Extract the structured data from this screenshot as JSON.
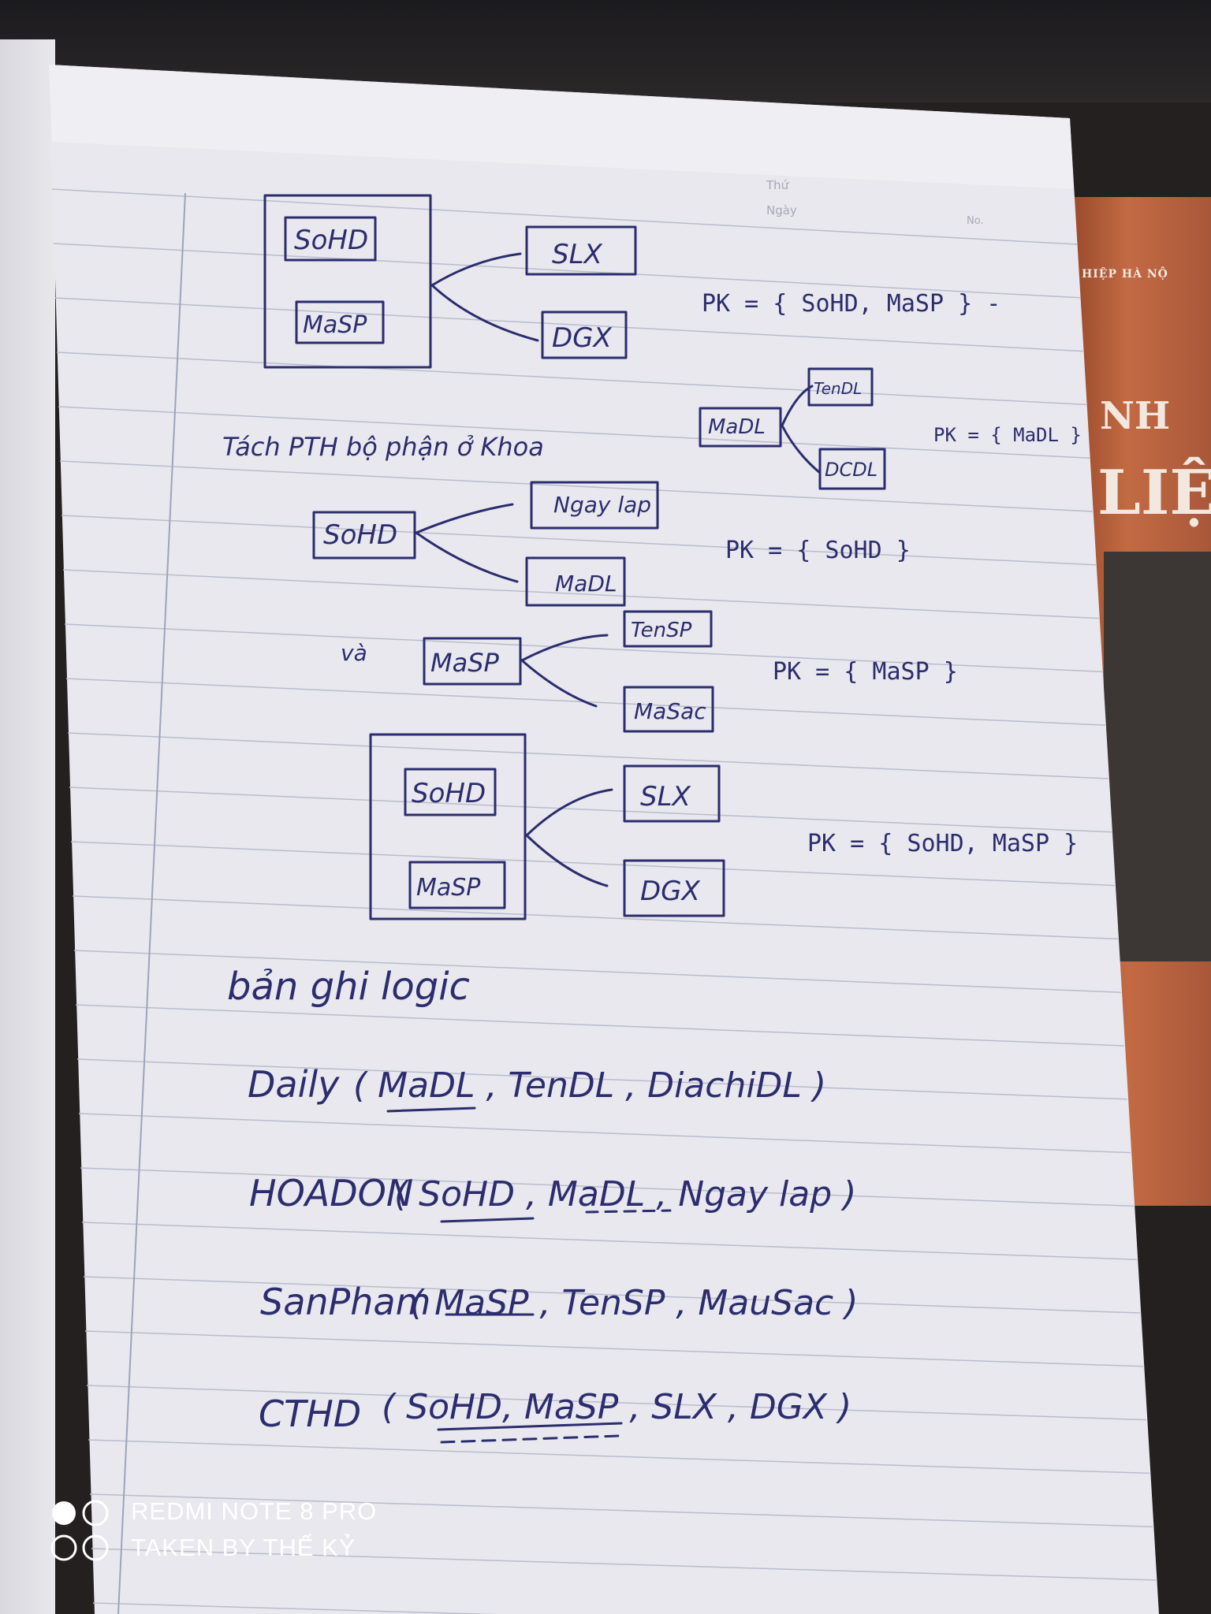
{
  "book_spine": {
    "small_line": "HIỆP HÀ NỘ",
    "big_line_1": "NH",
    "big_line_2": "LIỆ"
  },
  "notebook_header": {
    "thu": "Thứ",
    "ngay": "Ngày",
    "no": "No."
  },
  "diagram_1": {
    "key_1": "SoHD",
    "key_2": "MaSP",
    "dep_1": "SLX",
    "dep_2": "DGX",
    "pk": "PK = { SoHD, MaSP } -"
  },
  "diagram_2": {
    "key": "MaDL",
    "dep_1": "TenDL",
    "dep_2": "DCDL",
    "pk": "PK = { MaDL }"
  },
  "heading_split": "Tách PTH bộ phận ở Khoa",
  "diagram_3": {
    "key": "SoHD",
    "dep_1": "Ngay lap",
    "dep_2": "MaDL",
    "pk": "PK = { SoHD }"
  },
  "diagram_4": {
    "prefix": "và",
    "key": "MaSP",
    "dep_1": "TenSP",
    "dep_2": "MaSac",
    "pk": "PK = { MaSP }"
  },
  "diagram_5": {
    "key_1": "SoHD",
    "key_2": "MaSP",
    "dep_1": "SLX",
    "dep_2": "DGX",
    "pk": "PK = { SoHD, MaSP }"
  },
  "logic_heading": "bản ghi logic",
  "relations": [
    {
      "name": "Daily",
      "attrs": "( MaDL , TenDL , DiachiDL )"
    },
    {
      "name": "HOADON",
      "attrs": "( SoHD , MaDL , Ngay lap )"
    },
    {
      "name": "SanPham",
      "attrs": "( MaSP , TenSP , MauSac )"
    },
    {
      "name": "CTHD",
      "attrs": "( SoHD, MaSP , SLX , DGX )"
    }
  ],
  "watermark": {
    "line_1": "REDMI NOTE 8 PRO",
    "line_2": "TAKEN BY THẾ KỶ"
  },
  "colors": {
    "ink": "#2b2d6e",
    "paper": "#e9e8ee",
    "rule": "#b9bccd"
  }
}
